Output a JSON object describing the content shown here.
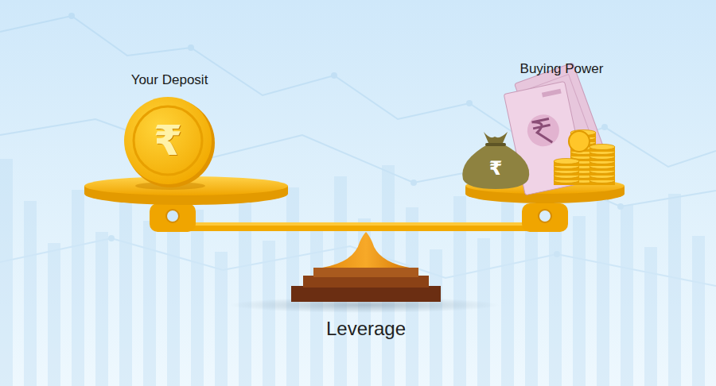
{
  "diagram": {
    "caption": "Leverage",
    "labels": [
      "Your Deposit",
      "Buying Power",
      "₹",
      "₹"
    ]
  }
}
